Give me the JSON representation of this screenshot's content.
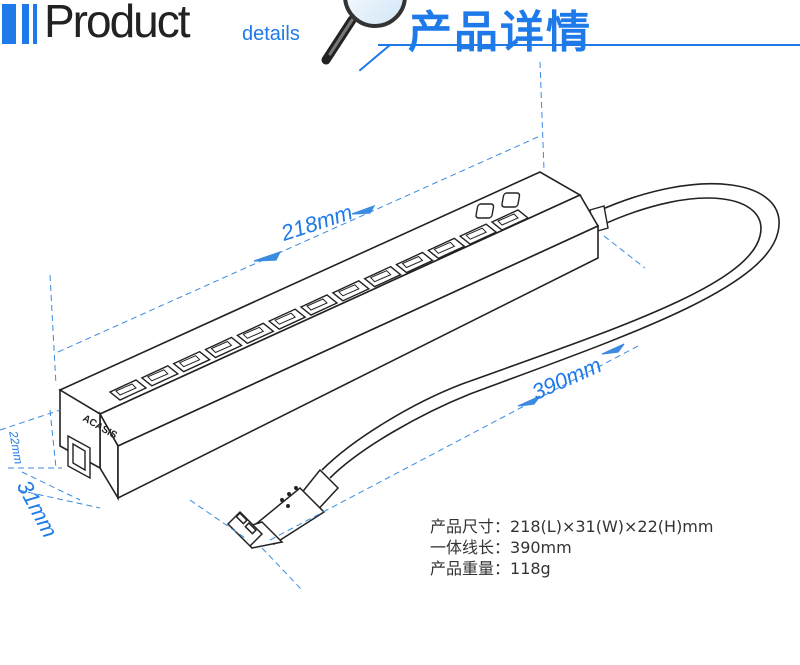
{
  "header": {
    "title_en": "Product",
    "title_en_small": "details",
    "title_cn": "产品详情",
    "accent": "#1e7ae8"
  },
  "product": {
    "brand": "ACASIS"
  },
  "dimensions": {
    "length": "218mm",
    "width": "31mm",
    "height": "22mm",
    "cable": "390mm"
  },
  "specs": [
    {
      "label": "产品尺寸：",
      "value": "218(L)×31(W)×22(H)mm"
    },
    {
      "label": "一体线长：",
      "value": "390mm"
    },
    {
      "label": "产品重量：",
      "value": "118g"
    }
  ],
  "icons": {
    "magnifier": "magnifier-icon"
  }
}
